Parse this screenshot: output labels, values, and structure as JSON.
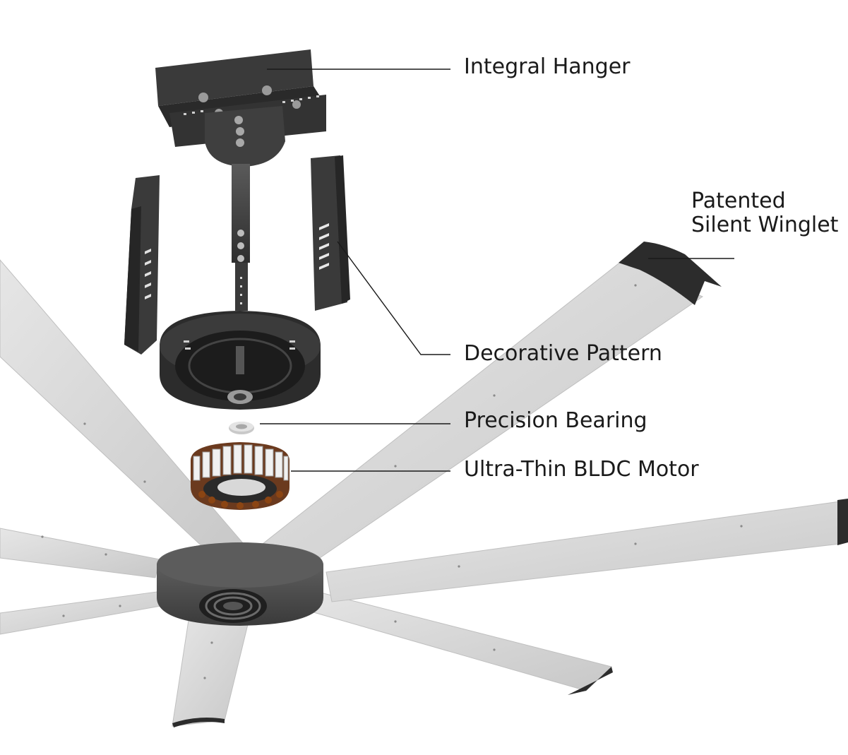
{
  "callouts": {
    "integral_hanger": "Integral Hanger",
    "silent_winglet_line1": "Patented",
    "silent_winglet_line2": "Silent Winglet",
    "decorative_pattern": "Decorative Pattern",
    "precision_bearing": "Precision Bearing",
    "bldc_motor": "Ultra-Thin BLDC Motor"
  },
  "colors": {
    "background": "#ffffff",
    "blade": "#d9d9d9",
    "blade_edge": "#bdbdbd",
    "metal_dark": "#3d3d3d",
    "metal_mid": "#555555",
    "leader_line": "#1a1a1a",
    "copper": "#a0522d",
    "text": "#1a1a1a"
  }
}
